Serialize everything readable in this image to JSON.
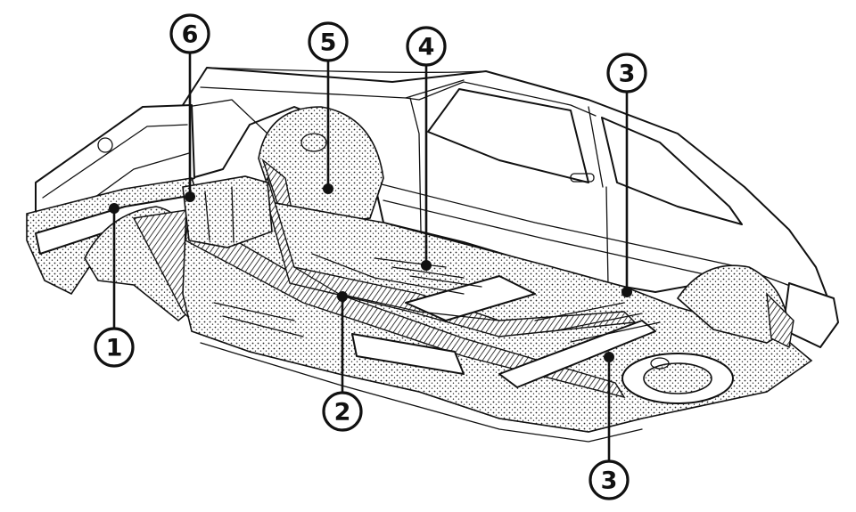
{
  "callouts": [
    {
      "id": "1",
      "label": "1"
    },
    {
      "id": "2",
      "label": "2"
    },
    {
      "id": "3a",
      "label": "3"
    },
    {
      "id": "3b",
      "label": "3"
    },
    {
      "id": "4",
      "label": "4"
    },
    {
      "id": "5",
      "label": "5"
    },
    {
      "id": "6",
      "label": "6"
    }
  ]
}
